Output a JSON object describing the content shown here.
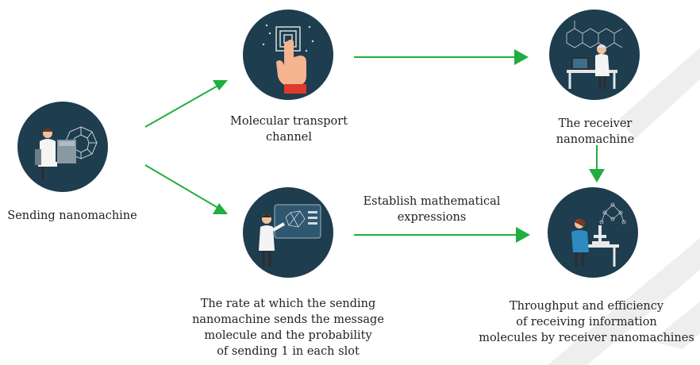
{
  "colors": {
    "circle": "#1e3d4f",
    "arrow": "#1fae3f",
    "text": "#222222",
    "stripe": "#e8e8e8"
  },
  "nodes": {
    "sending": {
      "label": "Sending nanomachine",
      "icon": "scientist-with-fullerene-icon"
    },
    "transport": {
      "label": "Molecular transport\nchannel",
      "icon": "hand-pressing-touchscreen-icon"
    },
    "receiver": {
      "label": "The receiver\nnanomachine",
      "icon": "scientist-at-computer-icon"
    },
    "rate": {
      "label": "The rate at which the sending\nnanomachine sends the message\nmolecule and the probability\nof sending 1 in each slot",
      "icon": "presenter-at-board-icon"
    },
    "throughput": {
      "label": "Throughput and efficiency\nof receiving information\nmolecules by receiver nanomachines",
      "icon": "scientist-with-microscope-icon"
    }
  },
  "edges": {
    "rate_to_throughput": {
      "label": "Establish mathematical\nexpressions"
    }
  }
}
